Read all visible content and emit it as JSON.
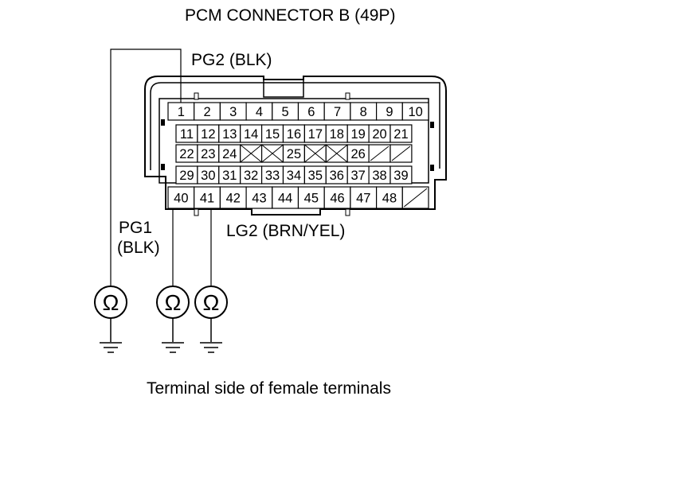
{
  "title": "PCM CONNECTOR B (49P)",
  "labels": {
    "pg2": "PG2 (BLK)",
    "pg1_line1": "PG1",
    "pg1_line2": "(BLK)",
    "lg2": "LG2 (BRN/YEL)"
  },
  "caption": "Terminal side of female terminals",
  "ohm_symbol": "Ω",
  "connector": {
    "row1": [
      "1",
      "2",
      "3",
      "4",
      "5",
      "6",
      "7",
      "8",
      "9",
      "10"
    ],
    "row2": [
      "11",
      "12",
      "13",
      "14",
      "15",
      "16",
      "17",
      "18",
      "19",
      "20",
      "21"
    ],
    "row3": [
      "22",
      "23",
      "24",
      "X",
      "X",
      "25",
      "X",
      "X",
      "26",
      "/",
      "/"
    ],
    "row4": [
      "29",
      "30",
      "31",
      "32",
      "33",
      "34",
      "35",
      "36",
      "37",
      "38",
      "39"
    ],
    "row5": [
      "40",
      "41",
      "42",
      "43",
      "44",
      "45",
      "46",
      "47",
      "48",
      "/"
    ]
  },
  "meters": [
    {
      "name": "ohmmeter-pg1",
      "terminal": "1"
    },
    {
      "name": "ohmmeter-pg1-40",
      "terminal": "40"
    },
    {
      "name": "ohmmeter-lg2",
      "terminal": "41"
    }
  ]
}
